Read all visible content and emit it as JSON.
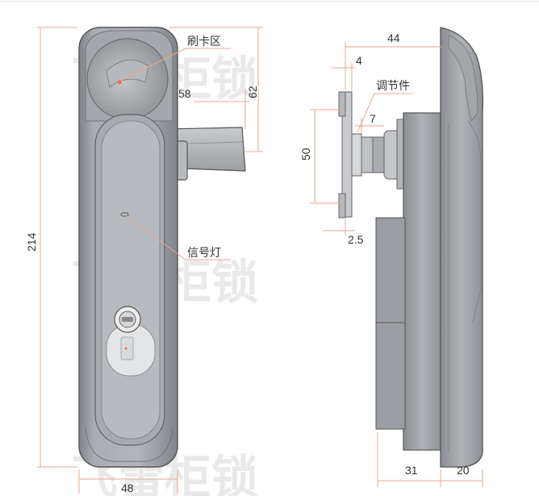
{
  "diagram": {
    "watermark": "飞雷柜锁",
    "labels": {
      "card_area": "刷卡区",
      "signal_light": "信号灯",
      "adjuster": "调节件"
    },
    "dimensions": {
      "height_total": "214",
      "width_front": "48",
      "card_height": "62",
      "lever_offset": "58",
      "depth_total": "44",
      "plate_thickness": "4",
      "adjuster_width": "7",
      "mount_height": "50",
      "gap": "2.5",
      "body_depth": "31",
      "handle_depth": "20"
    },
    "colors": {
      "dimension_line": "#e6a896",
      "body_fill": "#9b9ea2",
      "panel_fill": "#b9bcc0",
      "watermark": "#e9e9e9"
    }
  }
}
